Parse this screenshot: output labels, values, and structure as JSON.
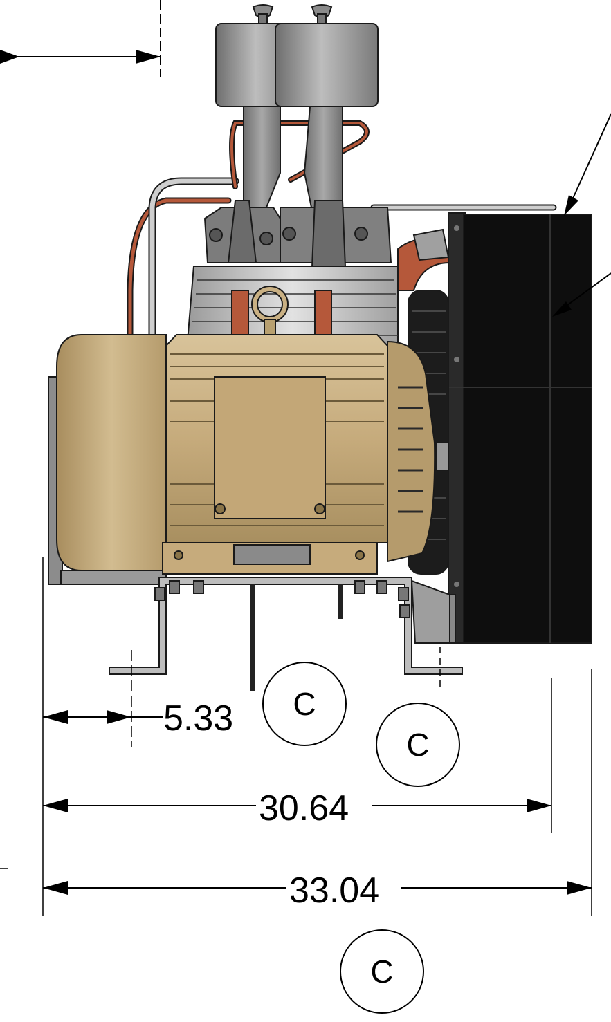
{
  "dimensions": {
    "dim1": "5.33",
    "dim2": "30.64",
    "dim3": "33.04"
  },
  "callouts": {
    "c1": "C",
    "c2": "C",
    "c3": "C"
  },
  "colors": {
    "motor": "#c9b083",
    "motor_dark": "#a48a5c",
    "pump_gray": "#8c8c8c",
    "filter_gray": "#9a9a9a",
    "copper": "#b5583a",
    "radiator": "#111111",
    "frame": "#b8b8b8"
  }
}
